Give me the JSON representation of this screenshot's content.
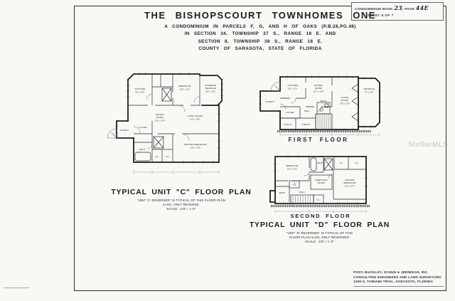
{
  "sheet": {
    "corner": {
      "book_label": "CONDOMINIUM BOOK",
      "book_value": "23",
      "page_label": ", PAGE",
      "page_value": "44E",
      "sheet_line": "SHEET 6 OF 7"
    },
    "title_lines": [
      "THE BISHOPSCOURT TOWNHOMES ONE",
      "A CONDOMINIUM IN PARCELS F, G, AND H OF OAKS (P.B.28,PG.48)",
      "IN SECTION 34, TOWNSHIP 37 S., RANGE 18 E. AND",
      "SECTION 8, TOWNSHIP 38 S., RANGE 18 E.",
      "COUNTY OF SARASOTA, STATE OF FLORIDA"
    ]
  },
  "unit_c": {
    "heading": "TYPICAL UNIT \"C\" FLOOR PLAN",
    "notes": [
      "\"UNIT 'C' REVERSED\" IS TYPICAL OF THIS FLOOR PLAN",
      "ALSO, ONLY REVERSE.",
      "SCALE : 1/8\"= 1'-0\""
    ],
    "rooms": {
      "kitchen": {
        "name": "KITCHEN",
        "dims": "9'6\" x 12'6\""
      },
      "bedroom": {
        "name": "BEDROOM",
        "dims": "12'6\" x 14'6\""
      },
      "covered_terrace": {
        "name": "COVERED",
        "name2": "TERRACE",
        "dims": "12'0\" x 12'6\""
      },
      "dining": {
        "name": "DINING",
        "name2": "ROOM",
        "dims": "10'0\" x 12'0\""
      },
      "living": {
        "name": "LIVING ROOM",
        "dims": "13'6\" x 19'6\""
      },
      "master": {
        "name": "MASTER BEDROOM",
        "dims": "13'0\" x 16'6\""
      },
      "foyer": {
        "name": "FOYER"
      },
      "porch": {
        "name": "PORCH"
      },
      "bath": {
        "name": "BATH"
      },
      "cl1": {
        "name": "CL."
      },
      "cl2": {
        "name": "CL."
      }
    }
  },
  "first_floor": {
    "label": "FIRST FLOOR",
    "rooms": {
      "kitchen": {
        "name": "KITCHEN",
        "dims": "8'6\" x 11'0\""
      },
      "dining": {
        "name": "DINING",
        "name2": "ROOM",
        "dims": "12'6\" x 14'6\""
      },
      "living": {
        "name": "LIVING",
        "name2": "ROOM",
        "dims": "13'6\" x 21'0\""
      },
      "terrace": {
        "name": "TERRACE",
        "dims": "7'6\" x 20'6\""
      },
      "porch": {
        "name": "PORCH"
      },
      "foyer": {
        "name": "FOYER"
      },
      "hall": {
        "name": "HALL"
      },
      "bath": {
        "name": "BATH"
      },
      "utility": {
        "name": "UTILITY"
      },
      "half_bath": {
        "name": "½ BATH"
      }
    }
  },
  "second_floor": {
    "label": "SECOND FLOOR",
    "rooms": {
      "bedroom": {
        "name": "BEDROOM",
        "dims": "11'0\" x 14'6\""
      },
      "bath_top": {
        "name": "BATH"
      },
      "cl1": {
        "name": "CL."
      },
      "cl2": {
        "name": "CL."
      },
      "cl3": {
        "name": "CL."
      },
      "cl4": {
        "name": "CL."
      },
      "dressing": {
        "name": "DRESSING",
        "name2": "ROOM"
      },
      "master": {
        "name": "MASTER",
        "name2": "BEDROOM",
        "dims": "12'6\" x 17'6\""
      },
      "bath_left": {
        "name": "BATH"
      },
      "hall": {
        "name": "HALL"
      }
    }
  },
  "unit_d": {
    "heading": "TYPICAL UNIT \"D\" FLOOR PLAN",
    "notes": [
      "\"UNIT 'D' REVERSED\" IS TYPICAL OF THIS",
      "FLOOR PLAN ALSO, ONLY REVERSED.",
      "SCALE : 1/8\"= 1'-0\""
    ]
  },
  "firm": {
    "lines": [
      "POST, BUCKLEY, SCHUH & JERNIGAN, INC.",
      "CONSULTING ENGINEERS AND LAND SURVEYORS",
      "1209 S. TAMIAMI TRAIL, SARASOTA, FLORIDA"
    ]
  },
  "watermark": "StellarMLS"
}
